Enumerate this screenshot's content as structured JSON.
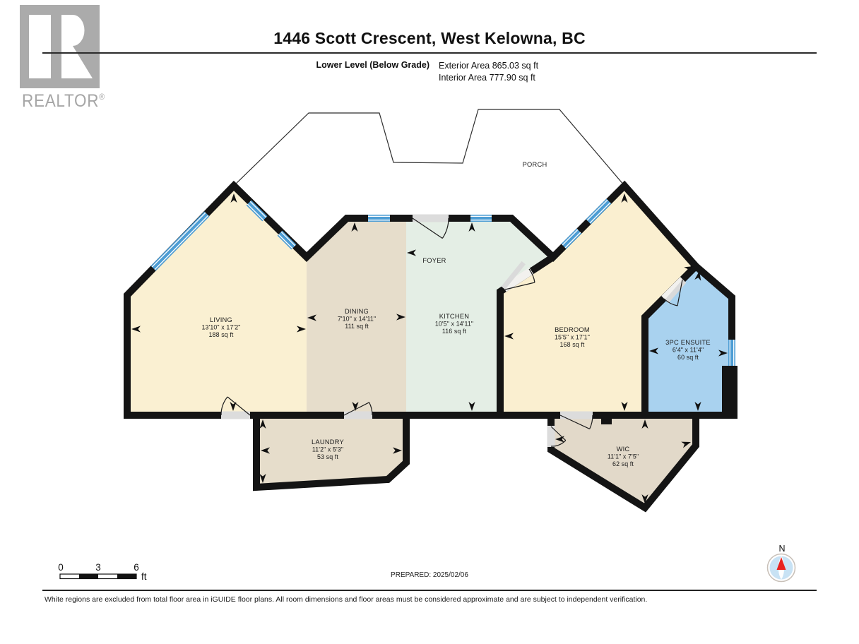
{
  "header": {
    "title": "1446 Scott Crescent, West Kelowna, BC",
    "level_label": "Lower Level (Below Grade)",
    "exterior_area": "Exterior Area 865.03 sq ft",
    "interior_area": "Interior Area 777.90 sq ft"
  },
  "logo": {
    "letter": "R",
    "wordmark": "REALTOR",
    "registered": "®"
  },
  "rooms": {
    "porch": {
      "name": "PORCH"
    },
    "foyer": {
      "name": "FOYER"
    },
    "living": {
      "name": "LIVING",
      "dims": "13'10\" x 17'2\"",
      "area": "188 sq ft"
    },
    "dining": {
      "name": "DINING",
      "dims": "7'10\" x 14'11\"",
      "area": "111 sq ft"
    },
    "kitchen": {
      "name": "KITCHEN",
      "dims": "10'5\" x 14'11\"",
      "area": "116 sq ft"
    },
    "bedroom": {
      "name": "BEDROOM",
      "dims": "15'5\" x 17'1\"",
      "area": "168 sq ft"
    },
    "ensuite": {
      "name": "3PC ENSUITE",
      "dims": "6'4\" x 11'4\"",
      "area": "60 sq ft"
    },
    "laundry": {
      "name": "LAUNDRY",
      "dims": "11'2\" x 5'3\"",
      "area": "53 sq ft"
    },
    "wic": {
      "name": "WIC",
      "dims": "11'1\" x 7'5\"",
      "area": "62 sq ft"
    }
  },
  "scale_bar": {
    "ticks": [
      "0",
      "3",
      "6"
    ],
    "unit": "ft"
  },
  "compass": {
    "north_label": "N"
  },
  "footer": {
    "prepared": "PREPARED: 2025/02/06",
    "disclaimer": "White regions are excluded from total floor area in iGUIDE floor plans. All room dimensions and floor areas must be considered approximate and are subject to independent verification."
  },
  "colors": {
    "living": "#FAF0D2",
    "dining": "#E6DDCB",
    "kitchen": "#E4EEE5",
    "bedroom": "#FAEFD0",
    "ensuite": "#A9D2EF",
    "laundry": "#E6DDCB",
    "wic": "#E2D9C9",
    "wall": "#141414",
    "window": "#4D9DD4",
    "window_stripe": "#3E8FCB",
    "door_opening": "#DCDCDC",
    "north_needle": "#E8221E"
  }
}
